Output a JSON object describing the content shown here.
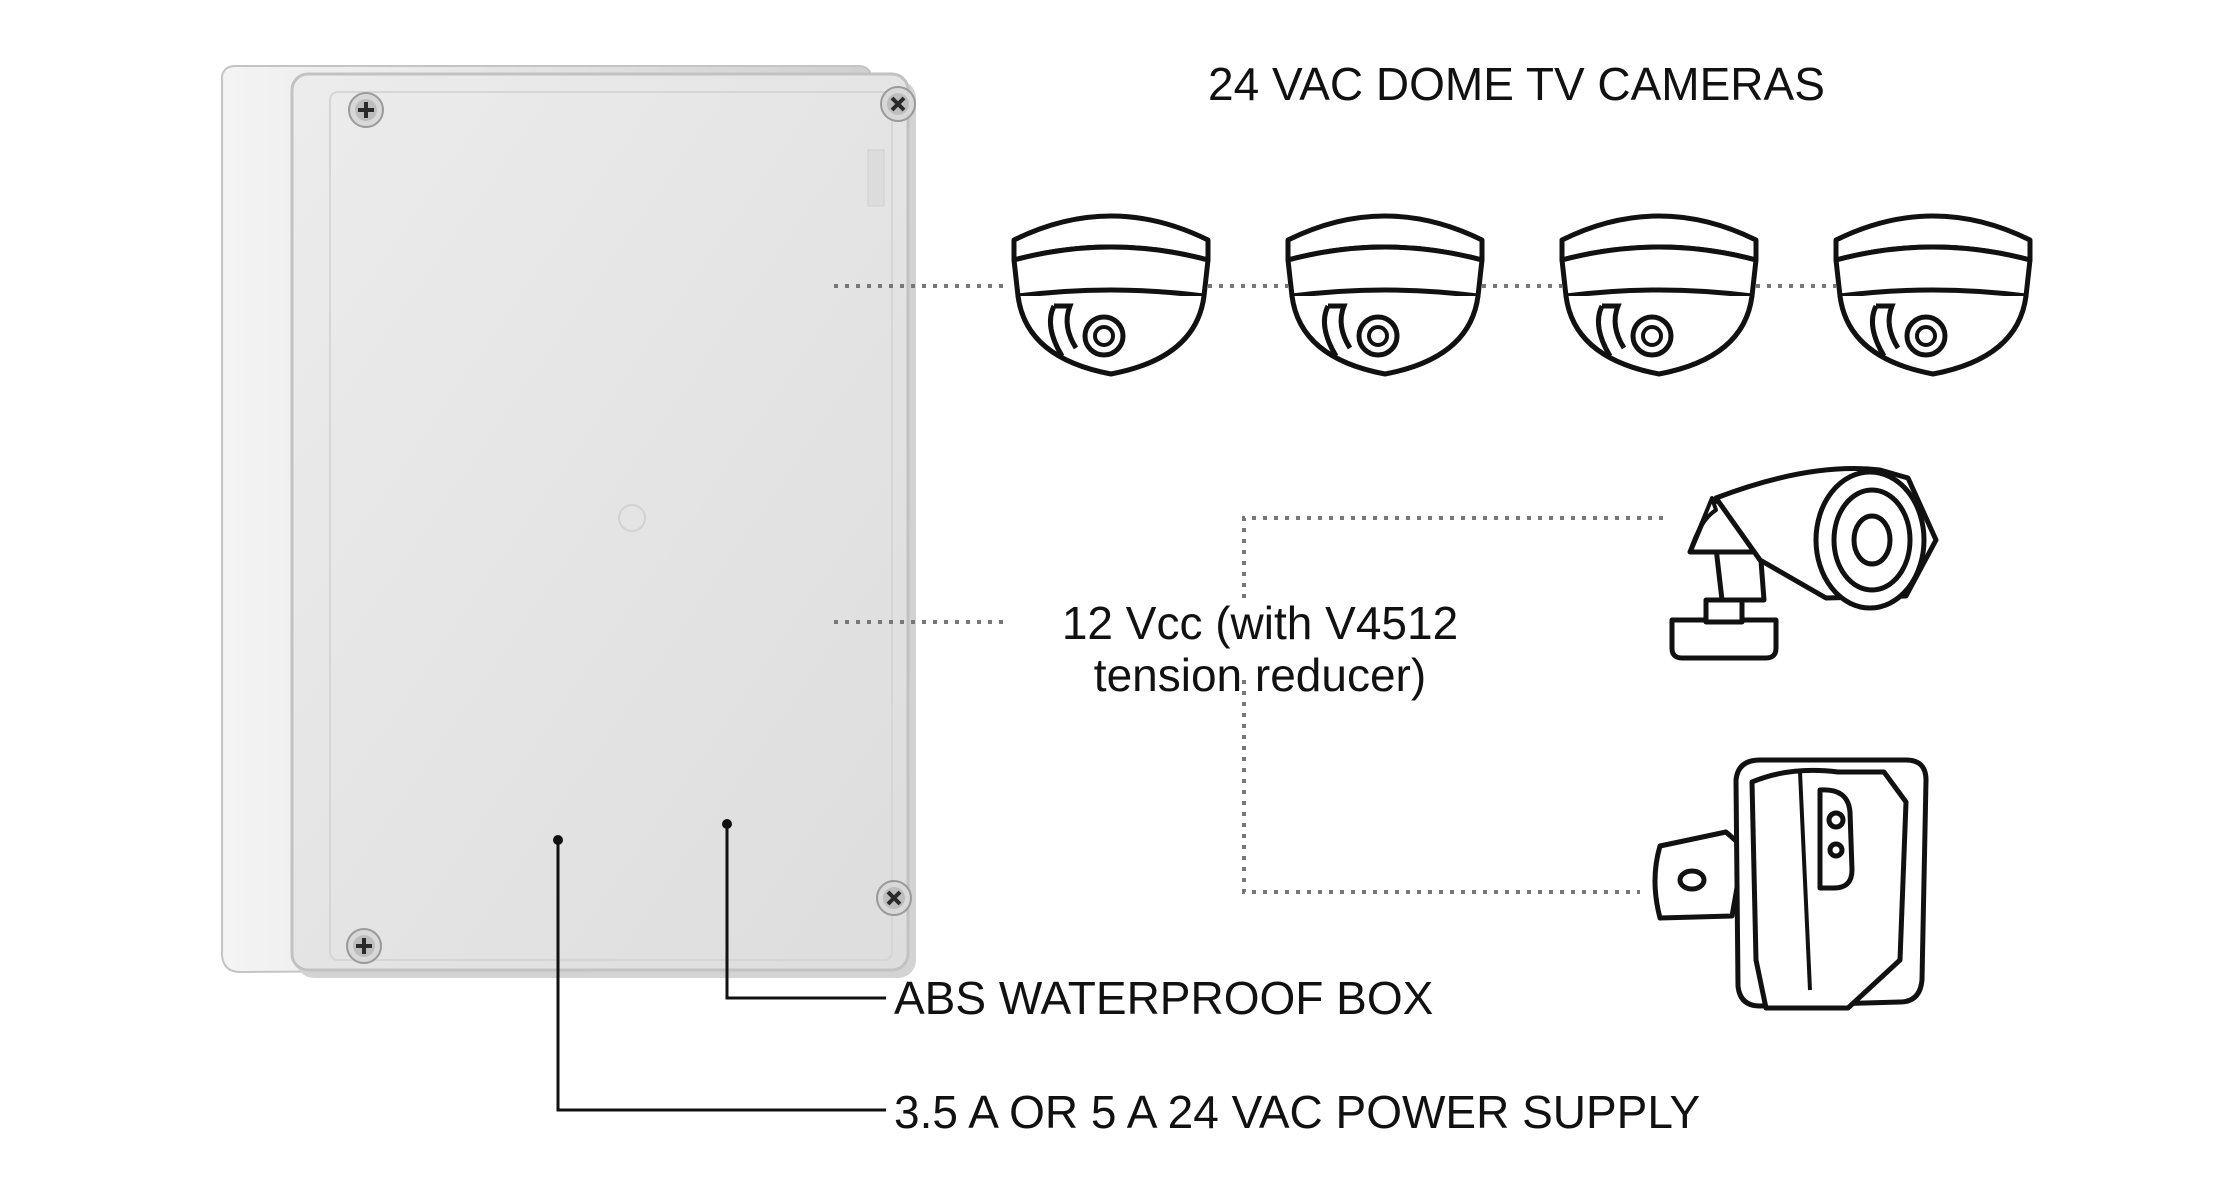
{
  "diagram": {
    "title": "24 VAC DOME TV CAMERAS",
    "dc_label_line1": "12 Vcc (with V4512",
    "dc_label_line2": "tension reducer)",
    "box_label": "ABS WATERPROOF BOX",
    "power_label": "3.5 A OR 5 A 24 VAC POWER SUPPLY",
    "dome_camera_count": 4,
    "colors": {
      "box_face": "#e6e6e6",
      "box_edge": "#c9c9c9",
      "line": "#111111",
      "dotted": "#777777"
    }
  }
}
